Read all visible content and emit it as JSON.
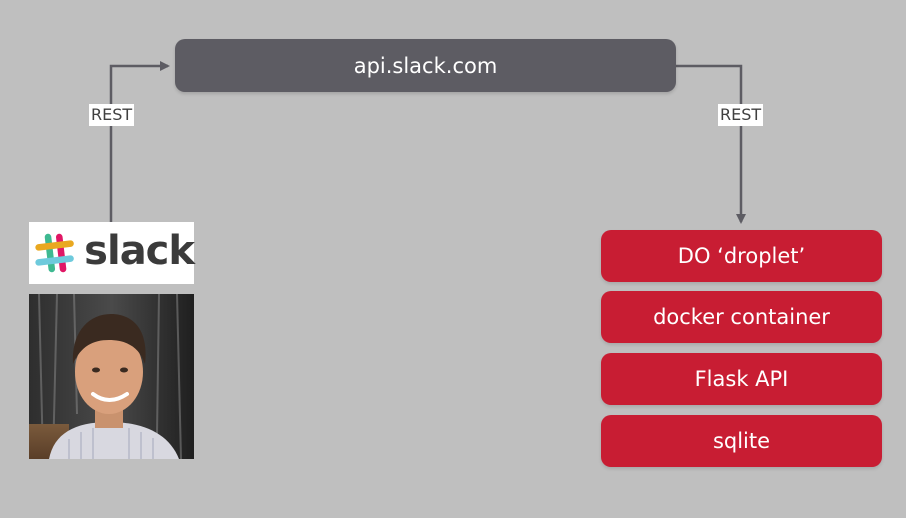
{
  "api": {
    "label": "api.slack.com"
  },
  "edges": {
    "left_label": "REST",
    "right_label": "REST"
  },
  "logo": {
    "wordmark": "slack"
  },
  "stack": [
    {
      "label": "DO ‘droplet’"
    },
    {
      "label": "docker container"
    },
    {
      "label": "Flask API"
    },
    {
      "label": "sqlite"
    }
  ],
  "colors": {
    "background": "#bfbfbf",
    "api_box": "#5d5c63",
    "stack_box": "#c81d33",
    "connector": "#5d5c63"
  }
}
